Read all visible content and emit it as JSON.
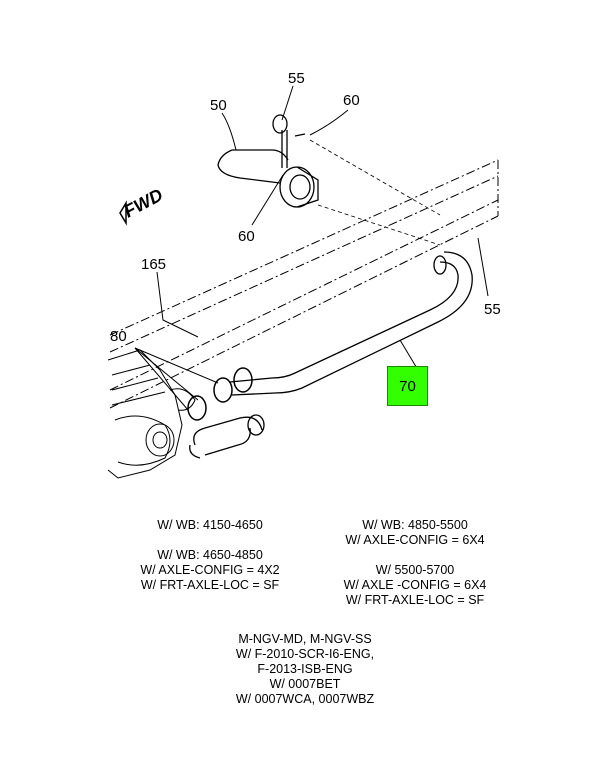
{
  "callouts": {
    "c55_top": "55",
    "c50": "50",
    "c60_top": "60",
    "c60_bottom": "60",
    "c165": "165",
    "c55_right": "55",
    "c80": "80",
    "c70": "70"
  },
  "fwd_label": "FWD",
  "highlight_color": "#33ff00",
  "notes_left": [
    "W/ WB: 4150-4650",
    "",
    "W/ WB: 4650-4850",
    "W/ AXLE-CONFIG = 4X2",
    "W/ FRT-AXLE-LOC = SF"
  ],
  "notes_right": [
    "W/ WB: 4850-5500",
    "W/ AXLE-CONFIG = 6X4",
    "",
    "W/ 5500-5700",
    "W/ AXLE -CONFIG = 6X4",
    "W/ FRT-AXLE-LOC = SF"
  ],
  "notes_bottom": [
    "M-NGV-MD, M-NGV-SS",
    "W/ F-2010-SCR-I6-ENG,",
    "F-2013-ISB-ENG",
    "W/ 0007BET",
    "W/ 0007WCA, 0007WBZ"
  ]
}
